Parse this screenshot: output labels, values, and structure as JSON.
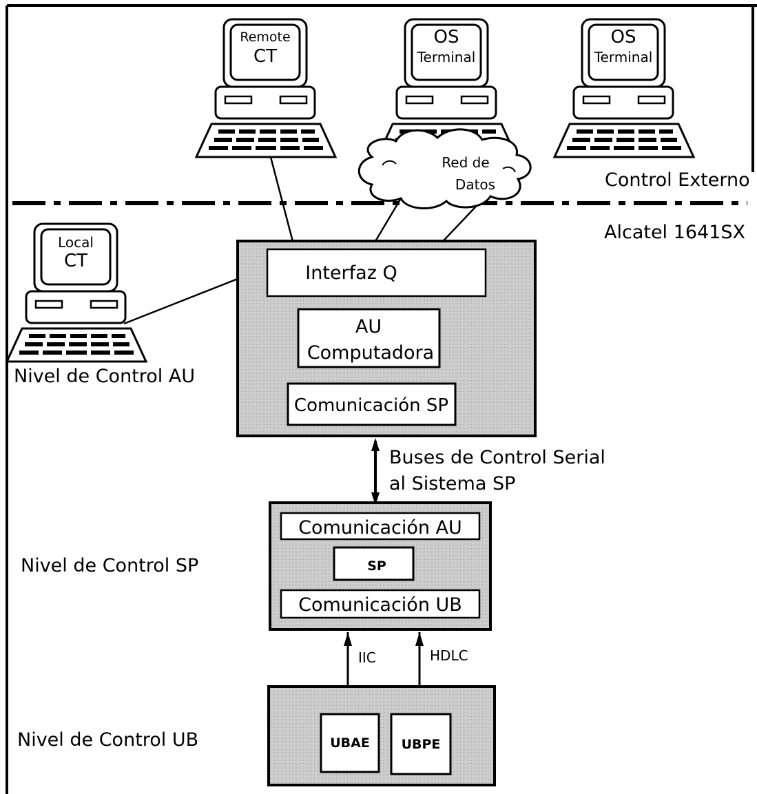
{
  "terminals": {
    "remote_ct": {
      "line1": "Remote",
      "line2": "CT"
    },
    "os_terminal_1": {
      "line1": "OS",
      "line2": "Terminal"
    },
    "os_terminal_2": {
      "line1": "OS",
      "line2": "Terminal"
    },
    "local_ct": {
      "line1": "Local",
      "line2": "CT"
    }
  },
  "network": {
    "line1": "Red de",
    "line2": "Datos"
  },
  "zones": {
    "external": "Control Externo",
    "system": "Alcatel 1641SX"
  },
  "levels": {
    "au": "Nivel de Control AU",
    "sp": "Nivel de Control SP",
    "ub": "Nivel de Control UB"
  },
  "au_box": {
    "interface": "Interfaz  Q",
    "computer_line1": "AU",
    "computer_line2": "Computadora",
    "sp_comm": "Comunicación SP"
  },
  "bus": {
    "line1": "Buses de Control Serial",
    "line2": "al Sistema SP"
  },
  "sp_box": {
    "au_comm": "Comunicación AU",
    "sp": "SP",
    "ub_comm": "Comunicación UB"
  },
  "links": {
    "iic": "IIC",
    "hdlc": "HDLC"
  },
  "ub_box": {
    "ubae": "UBAE",
    "ubpe": "UBPE"
  },
  "colors": {
    "box_fill": "#c8c8c8",
    "line": "#000000",
    "background": "#ffffff"
  }
}
